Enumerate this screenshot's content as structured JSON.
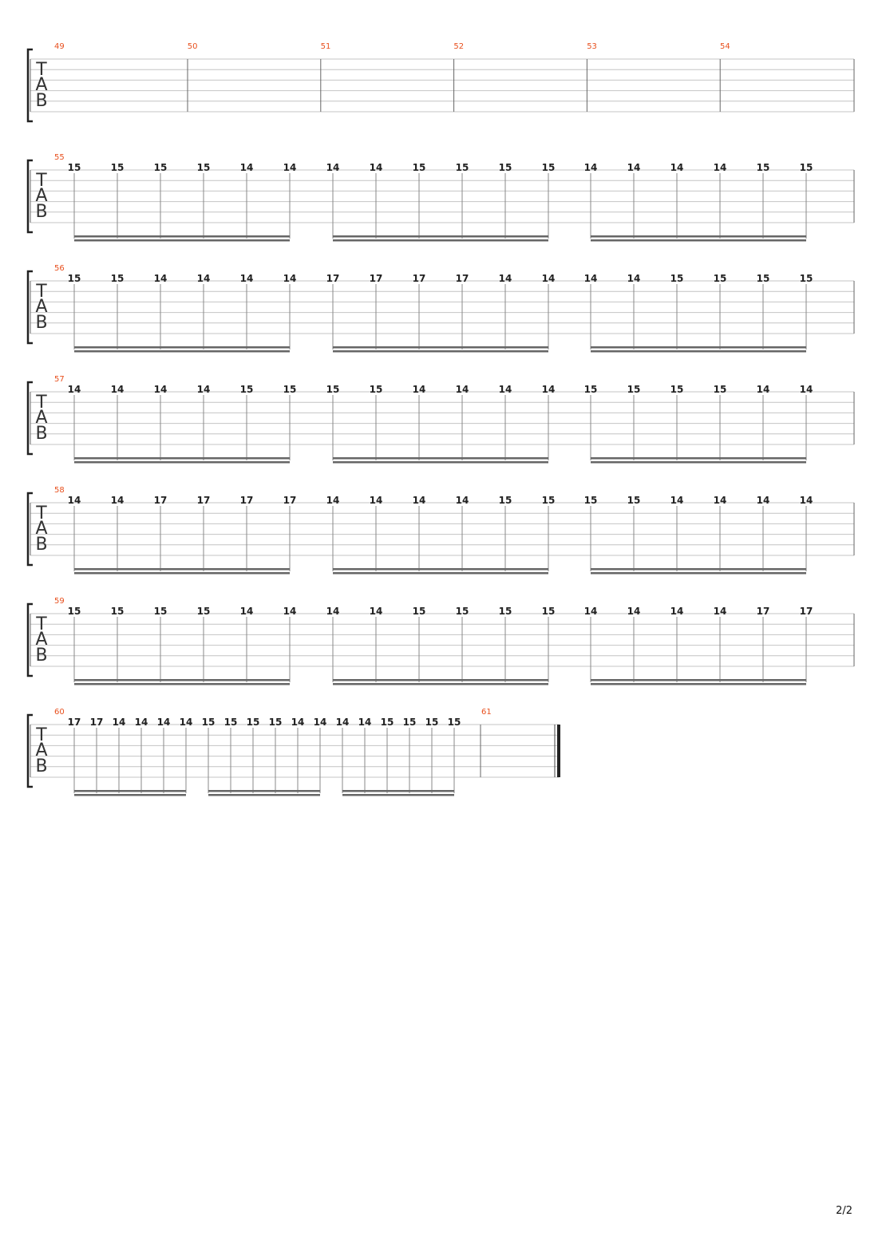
{
  "tab_clef": {
    "t": "T",
    "a": "A",
    "b": "B"
  },
  "page_number": "2/2",
  "systems": [
    {
      "measures": [
        {
          "number": "49",
          "notes": []
        },
        {
          "number": "50",
          "notes": []
        },
        {
          "number": "51",
          "notes": []
        },
        {
          "number": "52",
          "notes": []
        },
        {
          "number": "53",
          "notes": []
        },
        {
          "number": "54",
          "notes": []
        }
      ]
    },
    {
      "measures": [
        {
          "number": "55",
          "notes": [
            "15",
            "15",
            "15",
            "15",
            "14",
            "14",
            "14",
            "14",
            "15",
            "15",
            "15",
            "15",
            "14",
            "14",
            "14",
            "14",
            "15",
            "15"
          ]
        }
      ]
    },
    {
      "measures": [
        {
          "number": "56",
          "notes": [
            "15",
            "15",
            "14",
            "14",
            "14",
            "14",
            "17",
            "17",
            "17",
            "17",
            "14",
            "14",
            "14",
            "14",
            "15",
            "15",
            "15",
            "15"
          ]
        }
      ]
    },
    {
      "measures": [
        {
          "number": "57",
          "notes": [
            "14",
            "14",
            "14",
            "14",
            "15",
            "15",
            "15",
            "15",
            "14",
            "14",
            "14",
            "14",
            "15",
            "15",
            "15",
            "15",
            "14",
            "14"
          ]
        }
      ]
    },
    {
      "measures": [
        {
          "number": "58",
          "notes": [
            "14",
            "14",
            "17",
            "17",
            "17",
            "17",
            "14",
            "14",
            "14",
            "14",
            "15",
            "15",
            "15",
            "15",
            "14",
            "14",
            "14",
            "14"
          ]
        }
      ]
    },
    {
      "measures": [
        {
          "number": "59",
          "notes": [
            "15",
            "15",
            "15",
            "15",
            "14",
            "14",
            "14",
            "14",
            "15",
            "15",
            "15",
            "15",
            "14",
            "14",
            "14",
            "14",
            "17",
            "17"
          ]
        }
      ]
    },
    {
      "measures": [
        {
          "number": "60",
          "notes": [
            "17",
            "17",
            "14",
            "14",
            "14",
            "14",
            "15",
            "15",
            "15",
            "15",
            "14",
            "14",
            "14",
            "14",
            "15",
            "15",
            "15",
            "15"
          ]
        },
        {
          "number": "61",
          "notes": []
        }
      ]
    }
  ]
}
